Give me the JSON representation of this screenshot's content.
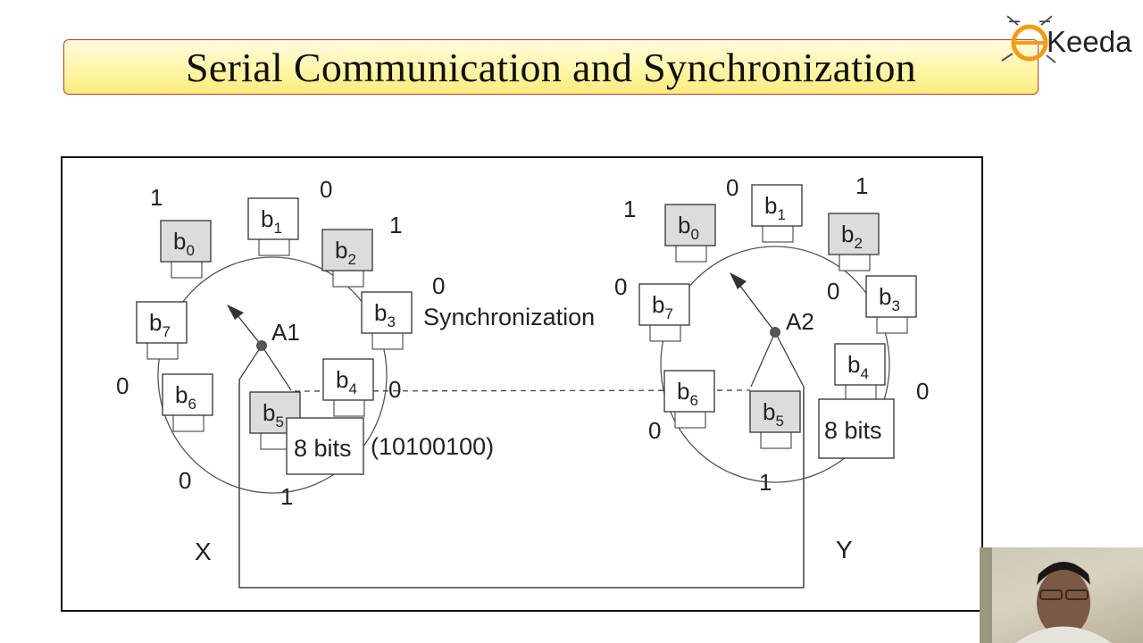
{
  "slide": {
    "title": "Serial Communication and Synchronization",
    "logo_text": "Keeda",
    "logo_icon": "eduKeeda-bug-icon"
  },
  "diagram": {
    "left_unit": {
      "label": "X",
      "pointer_label": "A1",
      "bits": [
        {
          "name": "b",
          "sub": "0",
          "value": "1",
          "shaded": true
        },
        {
          "name": "b",
          "sub": "1",
          "value": "0",
          "shaded": false
        },
        {
          "name": "b",
          "sub": "2",
          "value": "1",
          "shaded": true
        },
        {
          "name": "b",
          "sub": "3",
          "value": "0",
          "shaded": false
        },
        {
          "name": "b",
          "sub": "4",
          "value": "0",
          "shaded": false
        },
        {
          "name": "b",
          "sub": "5",
          "value": "1",
          "shaded": true
        },
        {
          "name": "b",
          "sub": "6",
          "value": "0",
          "shaded": false
        },
        {
          "name": "b",
          "sub": "7",
          "value": "0",
          "shaded": false
        }
      ],
      "counter_label": "8 bits",
      "bit_pattern": "(10100100)"
    },
    "right_unit": {
      "label": "Y",
      "pointer_label": "A2",
      "bits": [
        {
          "name": "b",
          "sub": "0",
          "value": "1",
          "shaded": true
        },
        {
          "name": "b",
          "sub": "1",
          "value": "0",
          "shaded": false
        },
        {
          "name": "b",
          "sub": "2",
          "value": "1",
          "shaded": true
        },
        {
          "name": "b",
          "sub": "3",
          "value": "0",
          "shaded": false
        },
        {
          "name": "b",
          "sub": "4",
          "value": "0",
          "shaded": false
        },
        {
          "name": "b",
          "sub": "5",
          "value": "1",
          "shaded": true
        },
        {
          "name": "b",
          "sub": "6",
          "value": "0",
          "shaded": false
        },
        {
          "name": "b",
          "sub": "7",
          "value": "0",
          "shaded": false
        }
      ],
      "counter_label": "8 bits"
    },
    "sync_label": "Synchronization"
  }
}
